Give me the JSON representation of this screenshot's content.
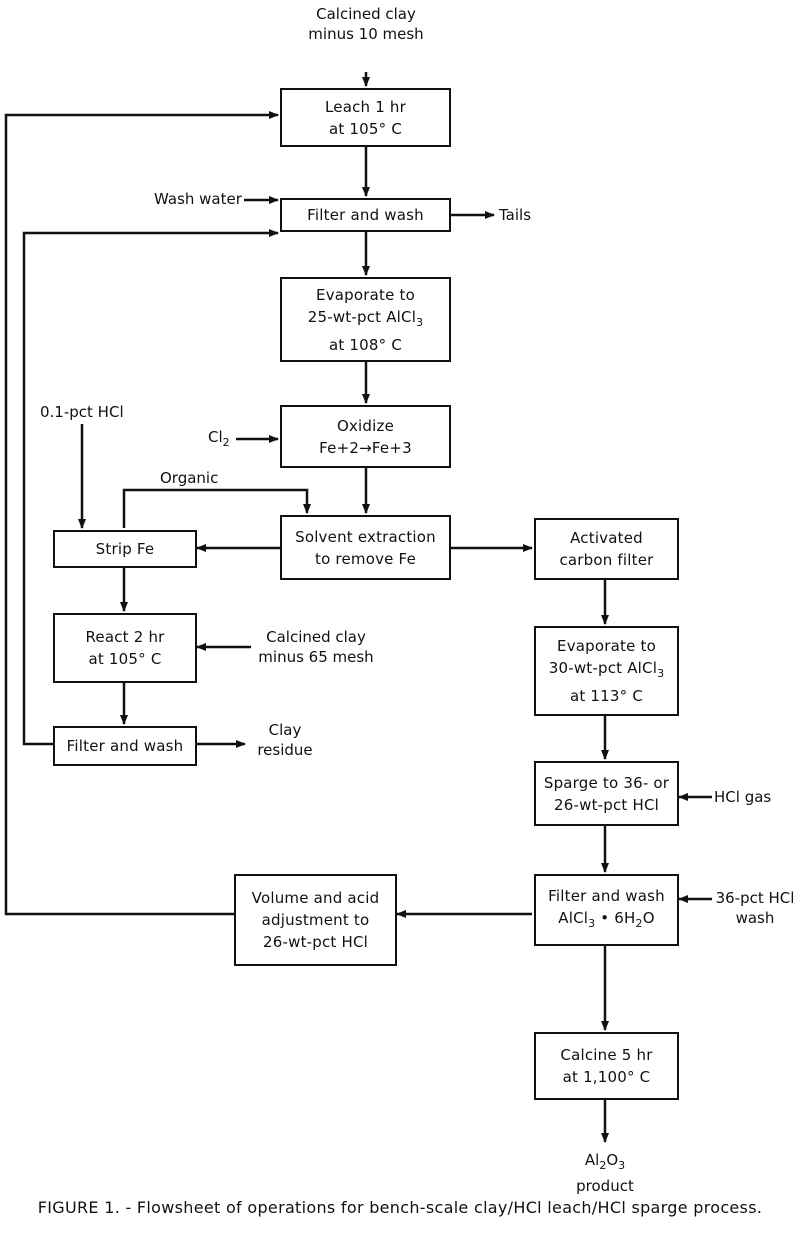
{
  "inputs": {
    "calcined_clay_10": [
      "Calcined clay",
      "minus 10 mesh"
    ],
    "wash_water": "Wash water",
    "hcl_01": "0.1-pct HCl",
    "cl2": "Cl",
    "cl2_sub": "2",
    "organic": "Organic",
    "calcined_clay_65": [
      "Calcined clay",
      "minus 65 mesh"
    ],
    "hcl_gas": "HCl gas",
    "hcl_wash": [
      "36-pct HCl",
      "wash"
    ]
  },
  "outputs": {
    "tails": "Tails",
    "clay_residue": [
      "Clay",
      "residue"
    ],
    "product_pre": "Al",
    "product_sub1": "2",
    "product_mid": "O",
    "product_sub2": "3",
    "product_word": "product"
  },
  "boxes": {
    "leach": [
      "Leach 1 hr",
      "at 105° C"
    ],
    "filter1": "Filter and wash",
    "evap1_l1": "Evaporate to",
    "evap1_l2_pre": "25-wt-pct AlCl",
    "evap1_l2_sub": "3",
    "evap1_l3": "at 108° C",
    "oxidize_l1": "Oxidize",
    "oxidize_l2": "Fe+2→Fe+3",
    "solvent": [
      "Solvent extraction",
      "to remove Fe"
    ],
    "strip": "Strip Fe",
    "react": [
      "React 2 hr",
      "at 105° C"
    ],
    "filter2": "Filter and wash",
    "carbon": [
      "Activated",
      "carbon filter"
    ],
    "evap2_l1": "Evaporate to",
    "evap2_l2_pre": "30-wt-pct AlCl",
    "evap2_l2_sub": "3",
    "evap2_l3": "at 113° C",
    "sparge": [
      "Sparge to 36- or",
      "26-wt-pct HCl"
    ],
    "filter3_l1": "Filter and wash",
    "filter3_l2_pre": "AlCl",
    "filter3_l2_sub": "3",
    "filter3_l2_mid": " • 6H",
    "filter3_l2_sub2": "2",
    "filter3_l2_post": "O",
    "volume": [
      "Volume and acid",
      "adjustment to",
      "26-wt-pct HCl"
    ],
    "calcine": [
      "Calcine 5 hr",
      "at 1,100° C"
    ]
  },
  "caption": "FIGURE 1. - Flowsheet of operations for bench-scale clay/HCl leach/HCl sparge process."
}
